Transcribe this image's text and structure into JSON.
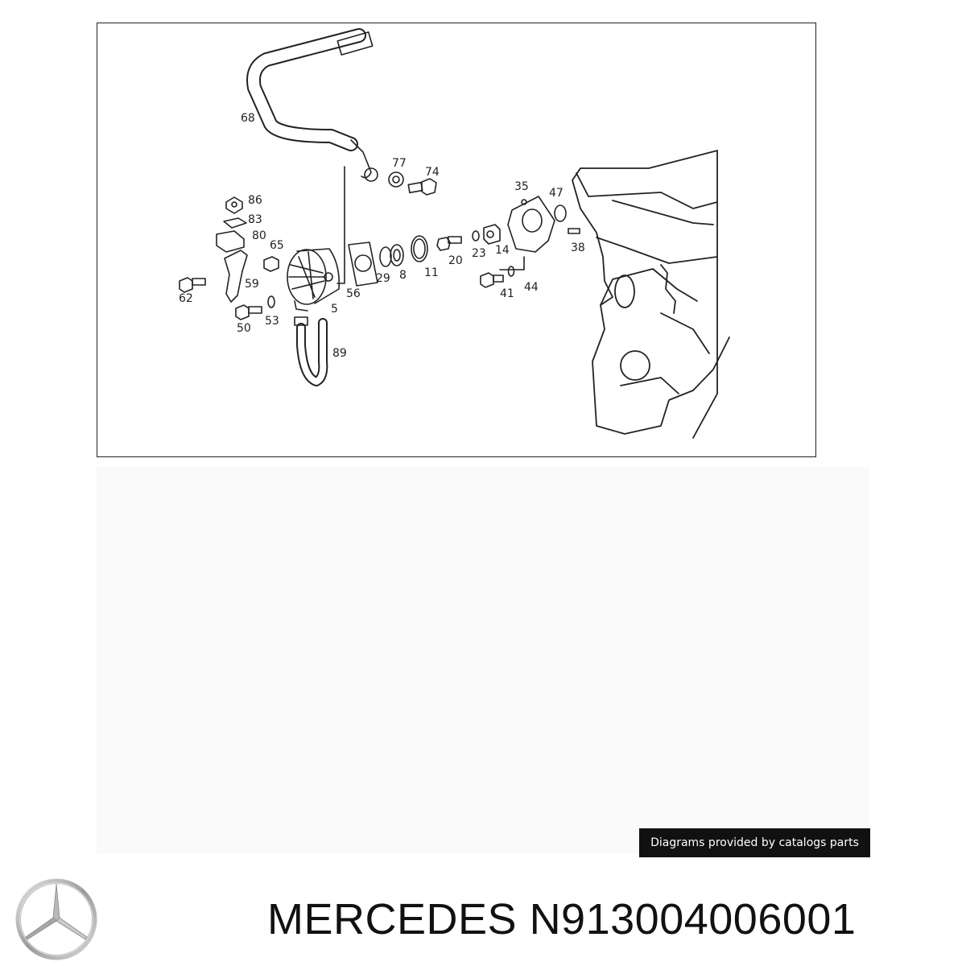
{
  "diagram": {
    "callouts": [
      {
        "id": "c68",
        "label": "68"
      },
      {
        "id": "c77",
        "label": "77"
      },
      {
        "id": "c74",
        "label": "74"
      },
      {
        "id": "c35",
        "label": "35"
      },
      {
        "id": "c47",
        "label": "47"
      },
      {
        "id": "c86",
        "label": "86"
      },
      {
        "id": "c83",
        "label": "83"
      },
      {
        "id": "c80",
        "label": "80"
      },
      {
        "id": "c65",
        "label": "65"
      },
      {
        "id": "c59",
        "label": "59"
      },
      {
        "id": "c62",
        "label": "62"
      },
      {
        "id": "c56",
        "label": "56"
      },
      {
        "id": "c29",
        "label": "29"
      },
      {
        "id": "c8",
        "label": "8"
      },
      {
        "id": "c11",
        "label": "11"
      },
      {
        "id": "c20",
        "label": "20"
      },
      {
        "id": "c23",
        "label": "23"
      },
      {
        "id": "c14",
        "label": "14"
      },
      {
        "id": "c38",
        "label": "38"
      },
      {
        "id": "c41",
        "label": "41"
      },
      {
        "id": "c44",
        "label": "44"
      },
      {
        "id": "c5",
        "label": "5"
      },
      {
        "id": "c50",
        "label": "50"
      },
      {
        "id": "c53",
        "label": "53"
      },
      {
        "id": "c89",
        "label": "89"
      }
    ]
  },
  "credit_text": "Diagrams provided by catalogs parts",
  "caption": {
    "brand": "MERCEDES",
    "part_number": "N913004006001"
  },
  "logo_icon": "mercedes-star-icon"
}
